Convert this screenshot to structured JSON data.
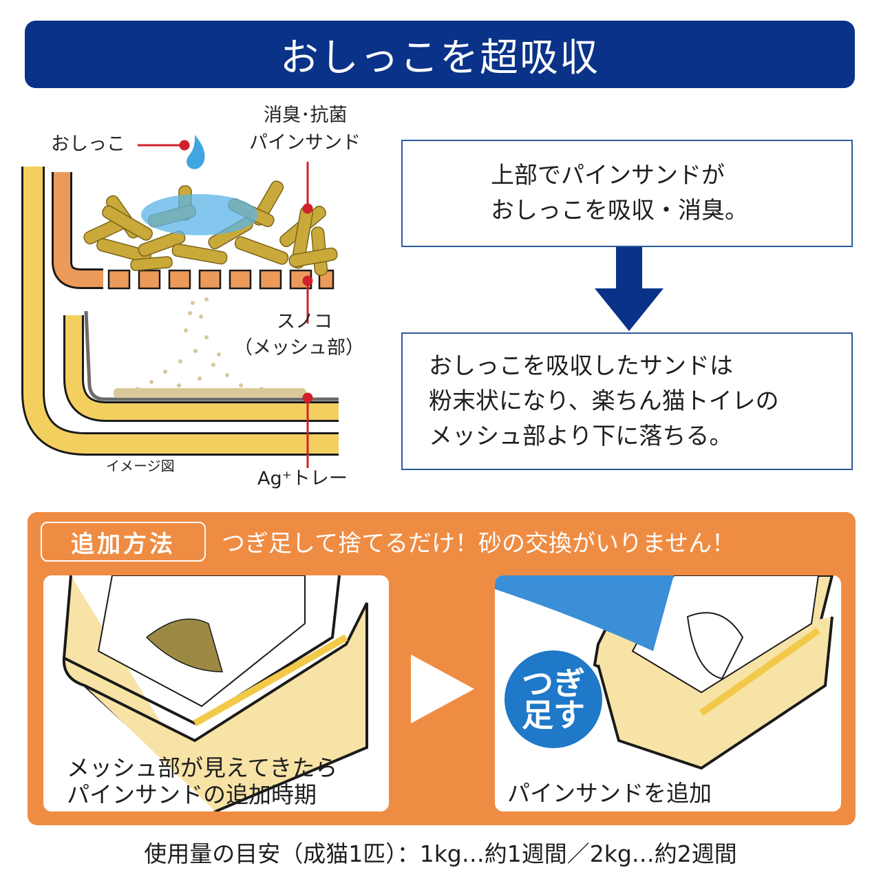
{
  "header": {
    "title": "おしっこを超吸収"
  },
  "diagram": {
    "labels": {
      "urine": "おしっこ",
      "sand_line1": "消臭･抗菌",
      "sand_line2": "パインサンド",
      "mesh_line1": "スノコ",
      "mesh_line2": "（メッシュ部）",
      "tray": "Ag⁺トレー",
      "image_note": "イメージ図"
    },
    "colors": {
      "pointer": "#d0202a",
      "tray": "#f3cf5f",
      "mesh": "#ec9a5a",
      "drop": "#3fa6e0"
    }
  },
  "flow": {
    "step1": [
      "上部でパインサンドが",
      "おしっこを吸収・消臭。"
    ],
    "step2": [
      "おしっこを吸収したサンドは",
      "粉末状になり、楽ちん猫トイレの",
      "メッシュ部より下に落ちる。"
    ],
    "arrow_color": "#0a3289"
  },
  "method": {
    "tag": "追加方法",
    "description": "つぎ足して捨てるだけ！砂の交換がいりません！",
    "panel_color": "#ef8c43",
    "steps": [
      {
        "caption": [
          "メッシュ部が見えてきたら",
          "パインサンドの追加時期"
        ]
      },
      {
        "caption": [
          "パインサンドを追加"
        ],
        "badge": [
          "つぎ",
          "足す"
        ]
      }
    ]
  },
  "usage": {
    "text": "使用量の目安（成猫1匹）：1kg…約1週間／2kg…約2週間"
  }
}
